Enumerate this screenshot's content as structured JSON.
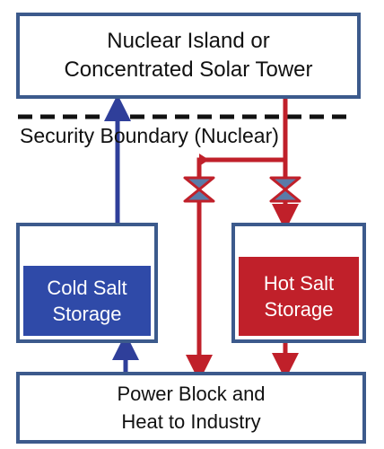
{
  "nodes": {
    "reactor": {
      "label": "Nuclear Island or\nConcentrated Solar Tower"
    },
    "cold_storage": {
      "label": "Cold Salt\nStorage",
      "fill": "#2f4aa8"
    },
    "hot_storage": {
      "label": "Hot Salt\nStorage",
      "fill": "#c0202a"
    },
    "power_block": {
      "label": "Power Block and\nHeat to Industry"
    }
  },
  "boundary": {
    "label": "Security Boundary (Nuclear)"
  },
  "colors": {
    "border": "#3c5a8c",
    "cold_line": "#2f3f9a",
    "hot_line": "#c0202a",
    "valve_fill": "#5a7ba8"
  }
}
